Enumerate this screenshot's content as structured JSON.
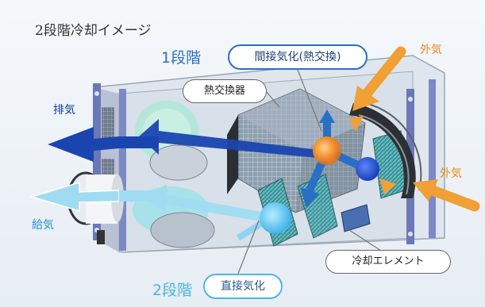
{
  "title": "2段階冷却イメージ",
  "stage1": {
    "label": "1段階",
    "desc": "間接気化(熱交換)"
  },
  "stage2": {
    "label": "2段階",
    "desc": "直接気化"
  },
  "labels": {
    "heat_exchanger": "熱交換器",
    "cooling_element": "冷却エレメント",
    "exhaust": "排気",
    "supply": "給気",
    "outside_air_top": "外気",
    "outside_air_right": "外気"
  },
  "colors": {
    "stage1_blue": "#2a6fc6",
    "stage2_lightblue": "#4cb6e6",
    "exhaust_arrow": "#1a44b0",
    "supply_arrow": "#9fdcf2",
    "outside_air_arrow": "#f0a035",
    "housing_frame": "#6b78b8"
  }
}
